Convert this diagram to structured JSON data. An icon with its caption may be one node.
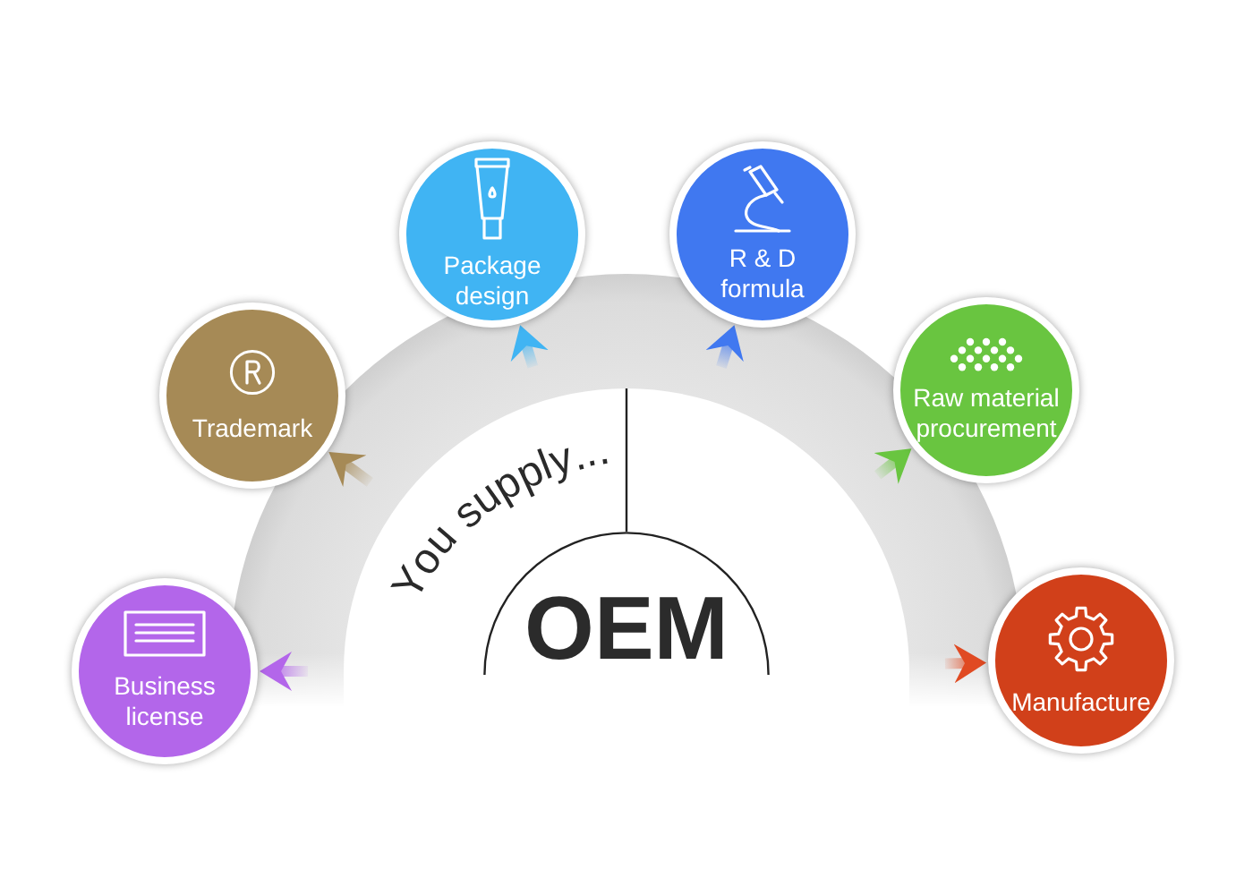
{
  "diagram": {
    "nodes": [
      {
        "text": [
          "Business license"
        ]
      },
      {
        "text": [
          "Trademark"
        ]
      },
      {
        "text": [
          "Package design"
        ]
      },
      {
        "text": [
          "R & D formula"
        ]
      },
      {
        "text": [
          "Raw material procurement"
        ]
      },
      {
        "text": [
          "Manufacture"
        ]
      },
      {
        "text": [
          "OEM"
        ]
      }
    ],
    "edges": [
      {
        "from": null,
        "to": 0,
        "arrow": "to",
        "color": "#b366ea"
      },
      {
        "from": null,
        "to": 1,
        "arrow": "to",
        "color": "#a68a56"
      },
      {
        "from": null,
        "to": 2,
        "arrow": "to",
        "color": "#40b4f3"
      },
      {
        "from": null,
        "to": 3,
        "arrow": "to",
        "color": "#4078f0"
      },
      {
        "from": null,
        "to": 4,
        "arrow": "to",
        "color": "#69c540"
      },
      {
        "from": null,
        "to": 5,
        "arrow": "to",
        "color": "#e04a22"
      }
    ],
    "labels": [
      "You supply..."
    ]
  }
}
